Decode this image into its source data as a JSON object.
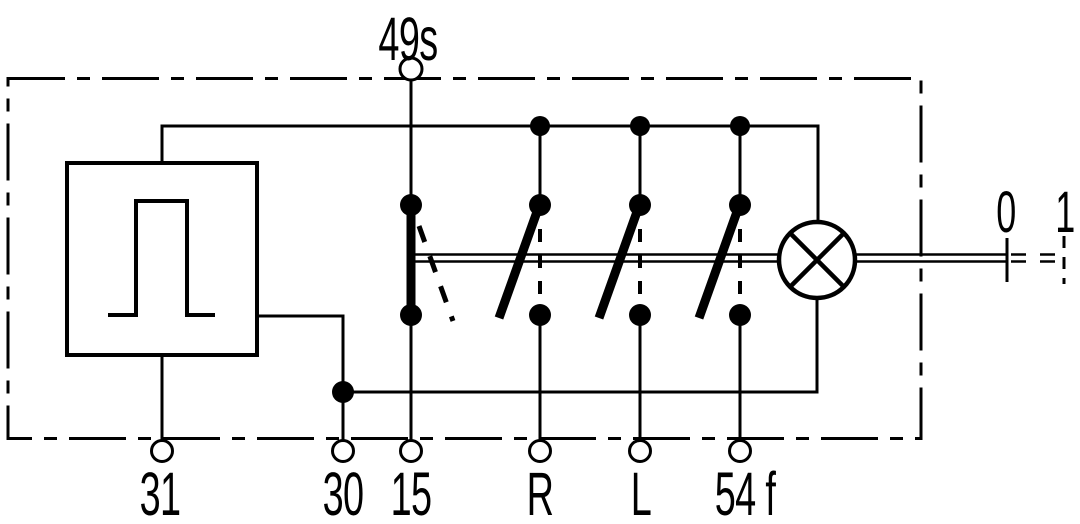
{
  "diagram": {
    "kind": "electrical-schematic",
    "description": "Switch internal circuit diagram with flasher unit, four switch contacts, indicator lamp and two actuator positions"
  },
  "colors": {
    "ink": "#000000",
    "background": "#ffffff"
  },
  "top_terminal": {
    "label": "49s"
  },
  "bottom_terminals": [
    {
      "label": "31"
    },
    {
      "label": "30"
    },
    {
      "label": "15"
    },
    {
      "label": "R"
    },
    {
      "label": "L"
    },
    {
      "label": "54 f"
    }
  ],
  "switch_positions": [
    {
      "label": "0"
    },
    {
      "label": "1"
    }
  ]
}
